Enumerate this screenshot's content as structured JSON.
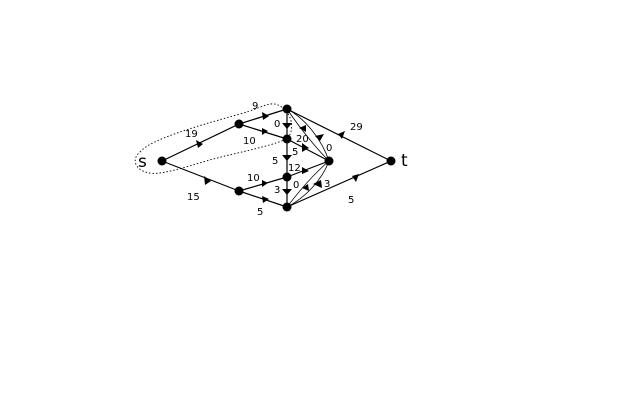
{
  "graph": {
    "source_label": "s",
    "sink_label": "t",
    "edge_labels": {
      "e_s_a": "19",
      "e_s_d": "15",
      "e_a_b": "9",
      "e_a_c": "10",
      "e_b_t": "29",
      "e_b_c": "0",
      "e_c_m": "20",
      "e_b_m": "0",
      "e_c_e": "5",
      "e_c_m2": "5",
      "e_e_m": "12",
      "e_d_e": "10",
      "e_d_f": "5",
      "e_e_f": "3",
      "e_f_e": "0",
      "e_f_m": "3",
      "e_f_t": "5"
    }
  }
}
